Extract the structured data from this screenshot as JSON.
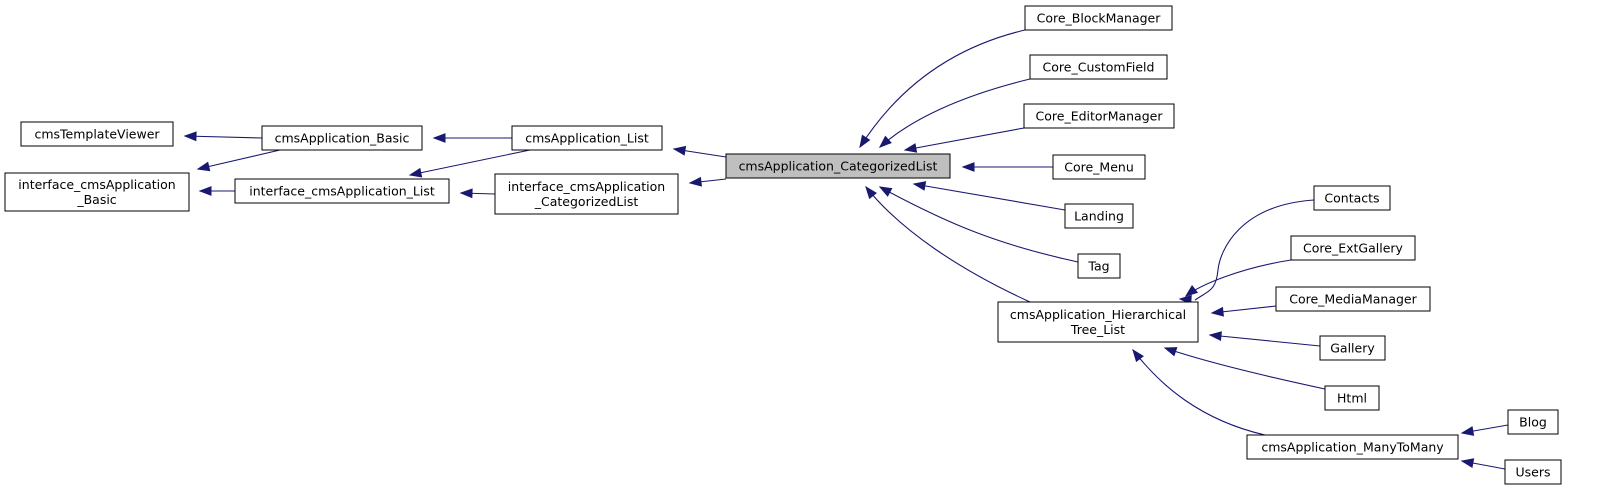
{
  "diagram": {
    "type": "class-inheritance-graph",
    "colors": {
      "edge": "#191970",
      "focus_fill": "#bfbfbf",
      "box_fill": "#ffffff",
      "box_stroke": "#000000"
    },
    "nodes": {
      "cmsTemplateViewer": [
        "cmsTemplateViewer"
      ],
      "iface_basic": [
        "interface_cmsApplication",
        "_Basic"
      ],
      "cmsApplication_Basic": [
        "cmsApplication_Basic"
      ],
      "iface_list": [
        "interface_cmsApplication_List"
      ],
      "cmsApplication_List": [
        "cmsApplication_List"
      ],
      "iface_catlist": [
        "interface_cmsApplication",
        "_CategorizedList"
      ],
      "cmsApplication_CategorizedList": [
        "cmsApplication_CategorizedList"
      ],
      "Core_BlockManager": [
        "Core_BlockManager"
      ],
      "Core_CustomField": [
        "Core_CustomField"
      ],
      "Core_EditorManager": [
        "Core_EditorManager"
      ],
      "Core_Menu": [
        "Core_Menu"
      ],
      "Landing": [
        "Landing"
      ],
      "Tag": [
        "Tag"
      ],
      "hier_tree": [
        "cmsApplication_Hierarchical",
        "Tree_List"
      ],
      "Contacts": [
        "Contacts"
      ],
      "Core_ExtGallery": [
        "Core_ExtGallery"
      ],
      "Core_MediaManager": [
        "Core_MediaManager"
      ],
      "Gallery": [
        "Gallery"
      ],
      "Html": [
        "Html"
      ],
      "cmsApplication_ManyToMany": [
        "cmsApplication_ManyToMany"
      ],
      "Blog": [
        "Blog"
      ],
      "Users": [
        "Users"
      ]
    },
    "edges": [
      {
        "from": "cmsApplication_Basic",
        "to": "cmsTemplateViewer"
      },
      {
        "from": "cmsApplication_Basic",
        "to": "iface_basic"
      },
      {
        "from": "iface_list",
        "to": "iface_basic"
      },
      {
        "from": "cmsApplication_List",
        "to": "cmsApplication_Basic"
      },
      {
        "from": "cmsApplication_List",
        "to": "iface_list"
      },
      {
        "from": "iface_catlist",
        "to": "iface_list"
      },
      {
        "from": "cmsApplication_CategorizedList",
        "to": "cmsApplication_List"
      },
      {
        "from": "cmsApplication_CategorizedList",
        "to": "iface_catlist"
      },
      {
        "from": "Core_BlockManager",
        "to": "cmsApplication_CategorizedList"
      },
      {
        "from": "Core_CustomField",
        "to": "cmsApplication_CategorizedList"
      },
      {
        "from": "Core_EditorManager",
        "to": "cmsApplication_CategorizedList"
      },
      {
        "from": "Core_Menu",
        "to": "cmsApplication_CategorizedList"
      },
      {
        "from": "Landing",
        "to": "cmsApplication_CategorizedList"
      },
      {
        "from": "Tag",
        "to": "cmsApplication_CategorizedList"
      },
      {
        "from": "hier_tree",
        "to": "cmsApplication_CategorizedList"
      },
      {
        "from": "Contacts",
        "to": "hier_tree"
      },
      {
        "from": "Core_ExtGallery",
        "to": "hier_tree"
      },
      {
        "from": "Core_MediaManager",
        "to": "hier_tree"
      },
      {
        "from": "Gallery",
        "to": "hier_tree"
      },
      {
        "from": "Html",
        "to": "hier_tree"
      },
      {
        "from": "cmsApplication_ManyToMany",
        "to": "hier_tree"
      },
      {
        "from": "Blog",
        "to": "cmsApplication_ManyToMany"
      },
      {
        "from": "Users",
        "to": "cmsApplication_ManyToMany"
      }
    ]
  }
}
